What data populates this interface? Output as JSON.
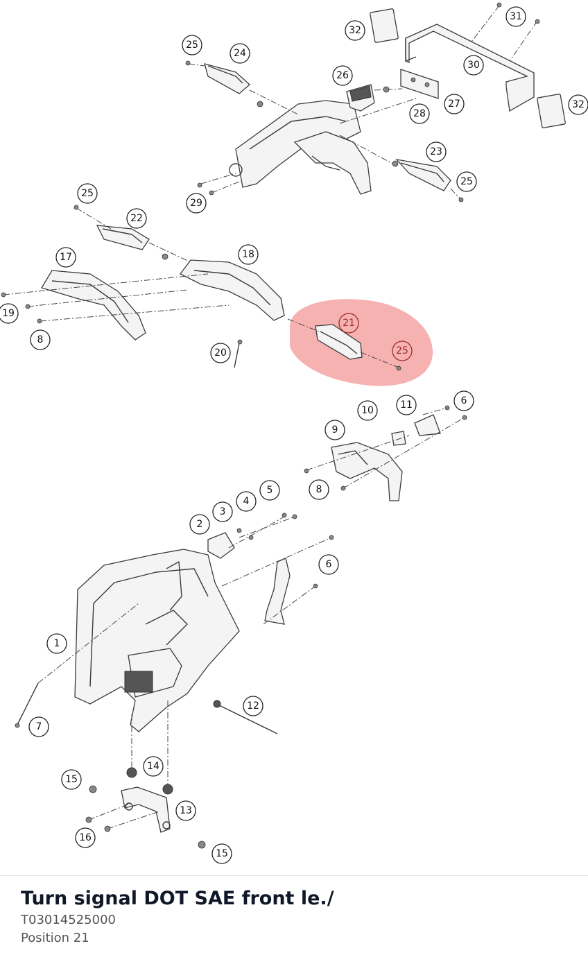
{
  "part": {
    "title": "Turn signal DOT SAE front le./",
    "number": "T03014525000",
    "position": "Position 21"
  },
  "highlight": {
    "callout": "21",
    "color": "#f4a3a3"
  },
  "callouts": [
    {
      "id": "c32a",
      "label": "32"
    },
    {
      "id": "c31",
      "label": "31"
    },
    {
      "id": "c25a",
      "label": "25"
    },
    {
      "id": "c24",
      "label": "24"
    },
    {
      "id": "c30",
      "label": "30"
    },
    {
      "id": "c26",
      "label": "26"
    },
    {
      "id": "c32b",
      "label": "32"
    },
    {
      "id": "c27",
      "label": "27"
    },
    {
      "id": "c28",
      "label": "28"
    },
    {
      "id": "c23",
      "label": "23"
    },
    {
      "id": "c25b",
      "label": "25"
    },
    {
      "id": "c29",
      "label": "29"
    },
    {
      "id": "c25c",
      "label": "25"
    },
    {
      "id": "c22",
      "label": "22"
    },
    {
      "id": "c17",
      "label": "17"
    },
    {
      "id": "c18",
      "label": "18"
    },
    {
      "id": "c19",
      "label": "19"
    },
    {
      "id": "c8a",
      "label": "8"
    },
    {
      "id": "c21",
      "label": "21"
    },
    {
      "id": "c25d",
      "label": "25"
    },
    {
      "id": "c20",
      "label": "20"
    },
    {
      "id": "c10",
      "label": "10"
    },
    {
      "id": "c11",
      "label": "11"
    },
    {
      "id": "c6a",
      "label": "6"
    },
    {
      "id": "c9",
      "label": "9"
    },
    {
      "id": "c8b",
      "label": "8"
    },
    {
      "id": "c5",
      "label": "5"
    },
    {
      "id": "c4",
      "label": "4"
    },
    {
      "id": "c3",
      "label": "3"
    },
    {
      "id": "c2",
      "label": "2"
    },
    {
      "id": "c6b",
      "label": "6"
    },
    {
      "id": "c1",
      "label": "1"
    },
    {
      "id": "c12",
      "label": "12"
    },
    {
      "id": "c7",
      "label": "7"
    },
    {
      "id": "c14",
      "label": "14"
    },
    {
      "id": "c15a",
      "label": "15"
    },
    {
      "id": "c13",
      "label": "13"
    },
    {
      "id": "c16",
      "label": "16"
    },
    {
      "id": "c15b",
      "label": "15"
    }
  ]
}
